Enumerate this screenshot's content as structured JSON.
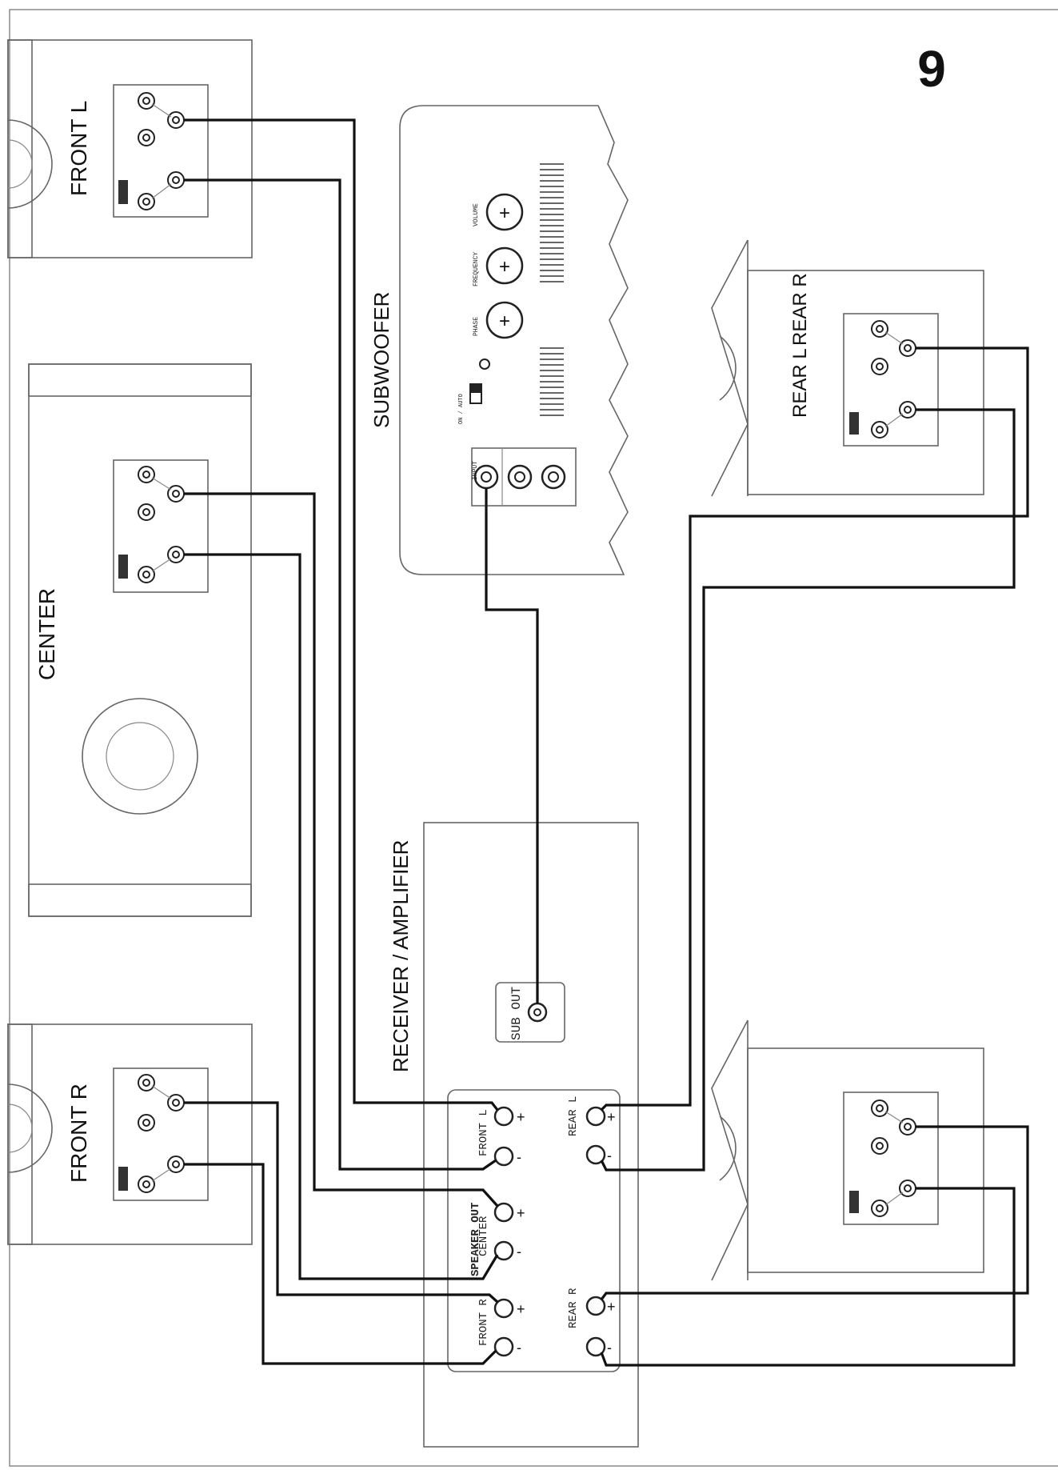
{
  "page": {
    "number": "9"
  },
  "labels": {
    "front_l": "FRONT L",
    "front_r": "FRONT R",
    "center": "CENTER",
    "subwoofer": "SUBWOOFER",
    "rear_l": "REAR L",
    "rear_r": "REAR R",
    "receiver": "RECEIVER / AMPLIFIER",
    "speaker_out": "SPEAKER OUT",
    "sub_out": "SUB OUT"
  },
  "receiver_terminals": {
    "front_l": "FRONT L",
    "center": "CENTER",
    "front_r": "FRONT R",
    "rear_l": "REAR L",
    "rear_r": "REAR R",
    "plus": "+",
    "minus": "-"
  },
  "subwoofer_panel": {
    "knobs": [
      "PHASE",
      "FREQUENCY",
      "VOLUME"
    ],
    "input": "INPUT",
    "switch": "ON / AUTO"
  }
}
